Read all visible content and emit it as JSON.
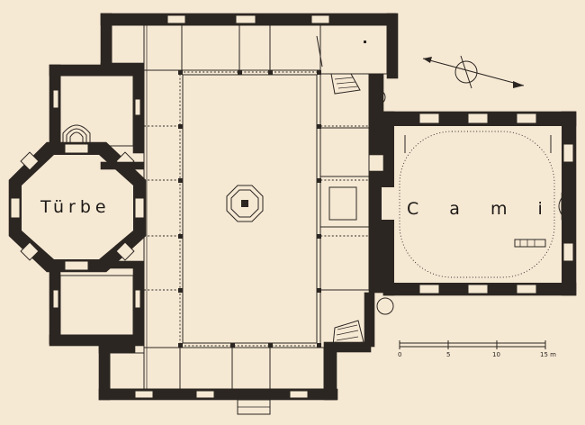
{
  "labels": {
    "turbe": "Türbe",
    "cami": "C a m i"
  },
  "scale_bar": {
    "ticks": [
      "0",
      "5",
      "10",
      "15 m"
    ]
  },
  "north_arrow": {
    "icon": "compass-north-arrow-icon"
  },
  "colors": {
    "paper": "#f6e9d4",
    "ink": "#2c2622"
  }
}
